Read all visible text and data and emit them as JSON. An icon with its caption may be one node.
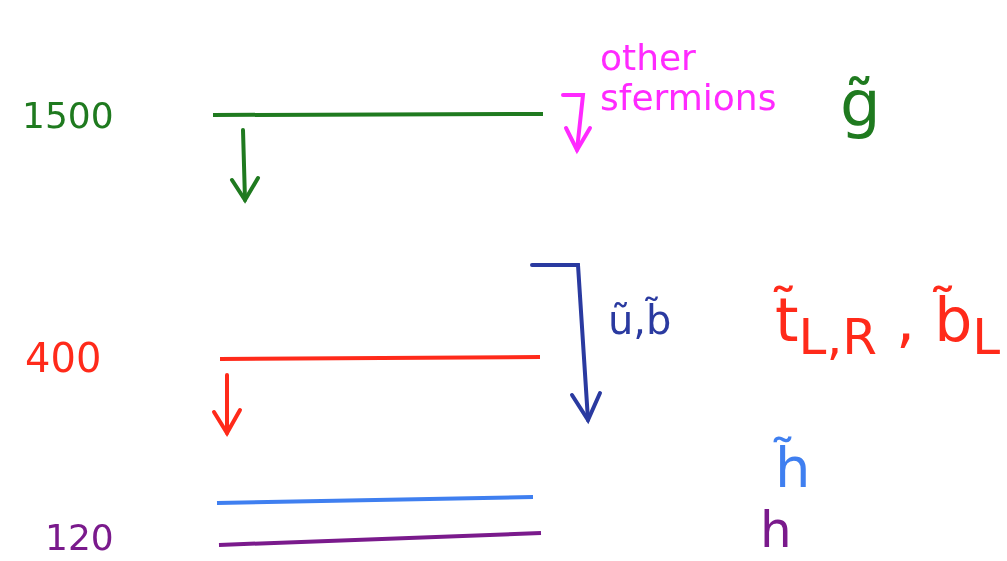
{
  "diagram": {
    "labels": [
      "other sfermions",
      "1500",
      "g̃",
      "ũ,b̃",
      "t̃$_{L,R}$ , b̃$_{L}$",
      "400",
      "h̃",
      "120",
      "h"
    ]
  }
}
